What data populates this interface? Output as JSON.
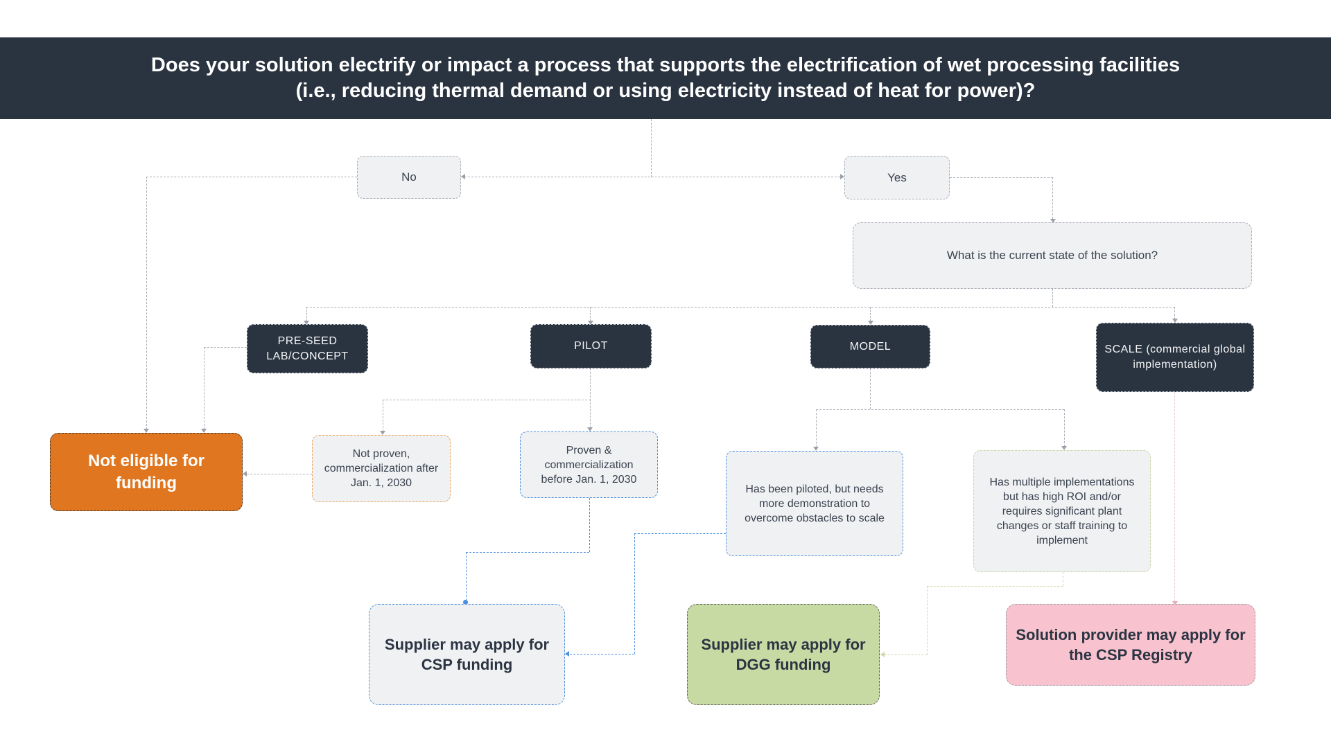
{
  "header": {
    "line1": "Does your solution electrify or impact a process that supports the electrification of wet processing facilities",
    "line2": "(i.e., reducing thermal demand or using electricity instead of heat for power)?"
  },
  "decision": {
    "no": "No",
    "yes": "Yes"
  },
  "state_question": "What is the current state of the solution?",
  "stages": {
    "preseed": "PRE-SEED LAB/CONCEPT",
    "pilot": "PILOT",
    "model": "MODEL",
    "scale": "SCALE (commercial global implementation)"
  },
  "conditions": {
    "not_proven": "Not proven, commercialization after Jan. 1, 2030",
    "proven": "Proven & commercialization before Jan. 1, 2030",
    "piloted": "Has been piloted, but needs more demonstration to overcome obstacles to scale",
    "multiple_impl": "Has multiple implementations but has high ROI and/or requires significant plant changes or staff training to implement"
  },
  "outcomes": {
    "not_eligible": "Not eligible for funding",
    "csp_funding": "Supplier may apply for CSP funding",
    "dgg_funding": "Supplier may apply for DGG funding",
    "csp_registry": "Solution provider may apply for the CSP Registry"
  },
  "colors": {
    "header_bg": "#2A3441",
    "stage_bg": "#2A3441",
    "not_eligible_bg": "#E0761F",
    "dgg_bg": "#C8DAA4",
    "registry_bg": "#F8C3CE",
    "light_box_bg": "#F0F1F3",
    "blue_connector": "#4A8FE0",
    "green_connector": "#CBD7A9",
    "pink_connector": "#EBC7CF",
    "gray_connector": "#A9AEB6",
    "orange_option_border": "#EDA55F"
  }
}
